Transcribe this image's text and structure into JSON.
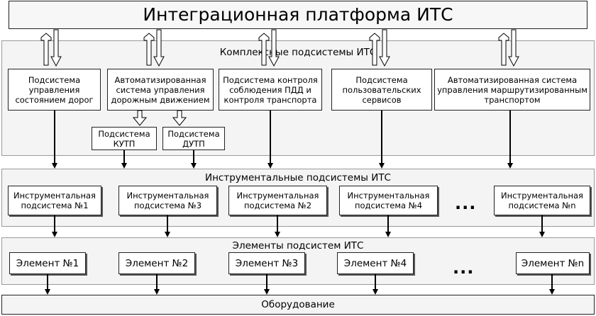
{
  "title": "Интеграционная платформа ИТС",
  "complex": {
    "label": "Комплексные подсистемы ИТС",
    "items": [
      {
        "name": "Подсистема управления состоянием дорог"
      },
      {
        "name": "Автоматизированная система управления дорожным движением"
      },
      {
        "name": "Подсистема контроля соблюдения ПДД и контроля транспорта"
      },
      {
        "name": "Подсистема пользовательских сервисов"
      },
      {
        "name": "Автоматизированная система управления маршрутизированным транспортом"
      }
    ],
    "sub_items": [
      {
        "name": "Подсистема КУТП"
      },
      {
        "name": "Подсистема ДУТП"
      }
    ]
  },
  "instrumental": {
    "label": "Инструментальные подсистемы ИТС",
    "items": [
      {
        "name": "Инструментальная подсистема №1"
      },
      {
        "name": "Инструментальная подсистема №3"
      },
      {
        "name": "Инструментальная подсистема №2"
      },
      {
        "name": "Инструментальная подсистема №4"
      },
      {
        "name": "Инструментальная подсистема №n"
      }
    ],
    "ellipsis": "..."
  },
  "elements": {
    "label": "Элементы подсистем ИТС",
    "items": [
      {
        "name": "Элемент №1"
      },
      {
        "name": "Элемент №2"
      },
      {
        "name": "Элемент №3"
      },
      {
        "name": "Элемент №4"
      },
      {
        "name": "Элемент №n"
      }
    ],
    "ellipsis": "..."
  },
  "equipment": "Оборудование"
}
